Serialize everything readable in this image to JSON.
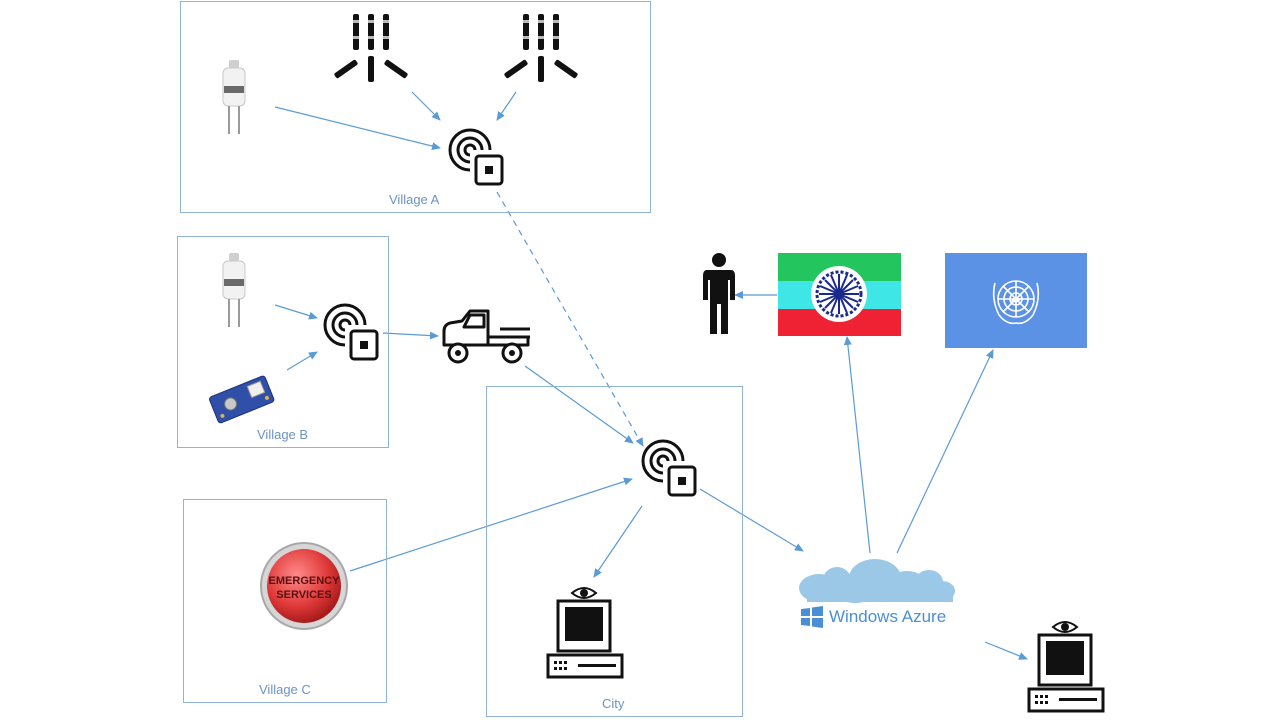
{
  "regions": {
    "village_a": "Village A",
    "village_b": "Village B",
    "village_c": "Village C",
    "city": "City"
  },
  "emergency_button": {
    "line1": "EMERGENCY",
    "line2": "SERVICES"
  },
  "cloud": {
    "label": "Windows Azure"
  },
  "colors": {
    "region_border": "#8fb3d9",
    "region_label": "#6d93c4",
    "arrow": "#5b9bd5",
    "flag_green": "#22c55e",
    "flag_cyan": "#3ee6e6",
    "flag_red": "#ee2233",
    "flag_wheel": "#1a2a8c",
    "un_blue": "#5b92e5",
    "cloud": "#9cc8e8",
    "button_red": "#e03a3a"
  }
}
